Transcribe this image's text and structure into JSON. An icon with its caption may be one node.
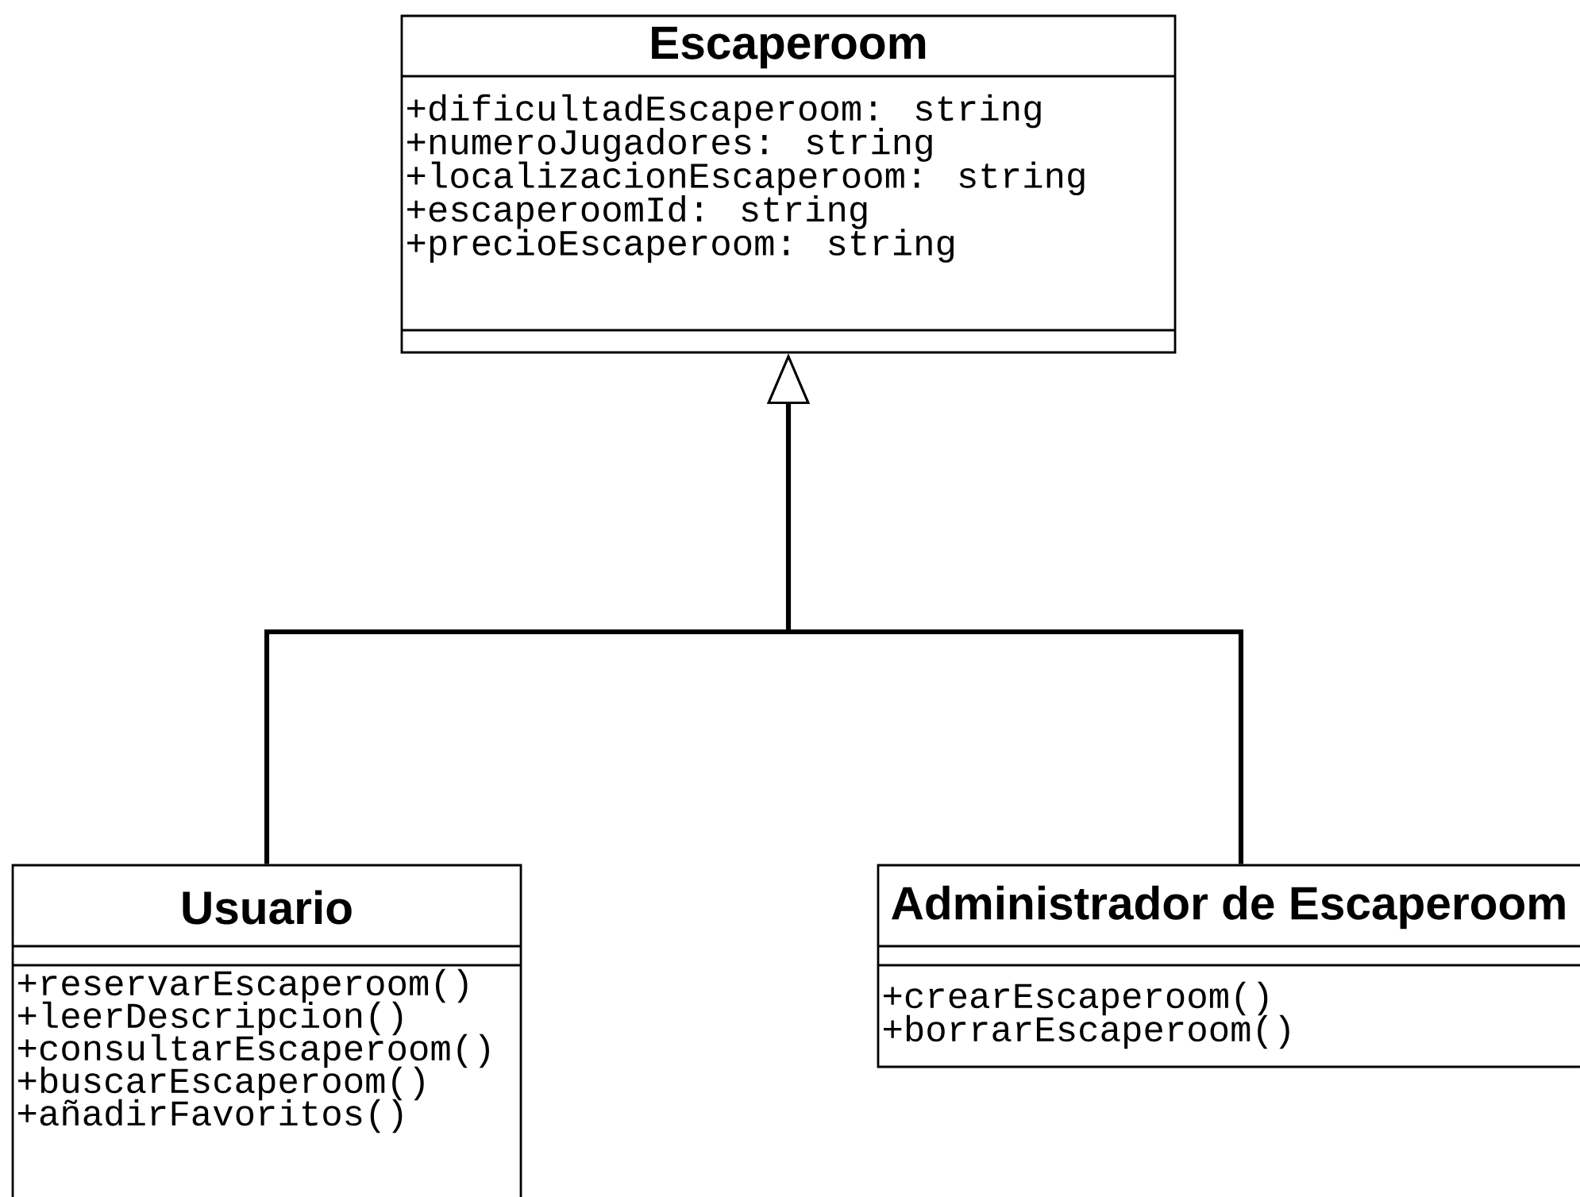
{
  "diagram": {
    "nodes": [
      {
        "text": [
          "Escaperoom",
          "+dificultadEscaperoom: string",
          "+numeroJugadores: string",
          "+localizacionEscaperoom: string",
          "+escaperoomId: string",
          "+precioEscaperoom: string"
        ]
      },
      {
        "text": [
          "Usuario",
          "+reservarEscaperoom()",
          "+leerDescripcion()",
          "+consultarEscaperoom()",
          "+buscarEscaperoom()",
          "+añadirFavoritos()"
        ]
      },
      {
        "text": [
          "Administrador de Escaperoom",
          "+crearEscaperoom()",
          "+borrarEscaperoom()"
        ]
      }
    ],
    "edges": [
      {
        "from": 1,
        "to": 0,
        "arrow": "to"
      },
      {
        "from": 2,
        "to": 0,
        "arrow": "to"
      }
    ]
  }
}
